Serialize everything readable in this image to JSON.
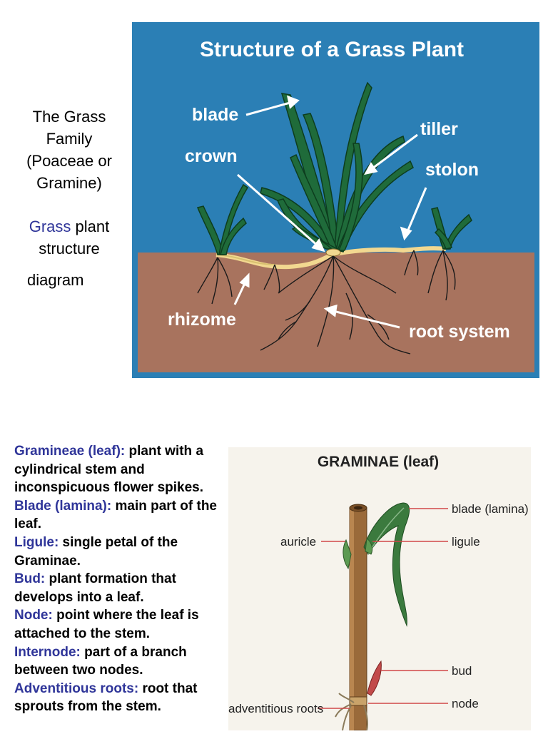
{
  "left": {
    "title": "The Grass Family (Poaceae or Gramine)",
    "grass_word": "Grass",
    "subtitle_rest": " plant structure",
    "diagram_word": "diagram"
  },
  "diagram1": {
    "title": "Structure of a Grass Plant",
    "labels": {
      "blade": "blade",
      "tiller": "tiller",
      "crown": "crown",
      "stolon": "stolon",
      "rhizome": "rhizome",
      "root_system": "root system"
    },
    "colors": {
      "sky": "#2b7fb5",
      "soil": "#a8735e",
      "leaf": "#1f6b3a",
      "stem": "#f2d890"
    }
  },
  "definitions": [
    {
      "term": "Gramineae (leaf):",
      "text": " plant with a cylindrical stem and inconspicuous flower spikes."
    },
    {
      "term": "Blade (lamina):",
      "text": " main part of the leaf."
    },
    {
      "term": "Ligule:",
      "text": " single petal of the Graminae."
    },
    {
      "term": "Bud:",
      "text": " plant formation that develops into a leaf."
    },
    {
      "term": "Node:",
      "text": " point where the leaf is attached to the stem."
    },
    {
      "term": "Internode:",
      "text": " part of a branch between two nodes."
    },
    {
      "term": "Adventitious roots:",
      "text": " root that sprouts from the stem."
    }
  ],
  "diagram2": {
    "title": "GRAMINAE (leaf)",
    "labels": {
      "blade": "blade (lamina)",
      "auricle": "auricle",
      "ligule": "ligule",
      "bud": "bud",
      "node": "node",
      "adventitious_roots": "adventitious roots"
    }
  }
}
